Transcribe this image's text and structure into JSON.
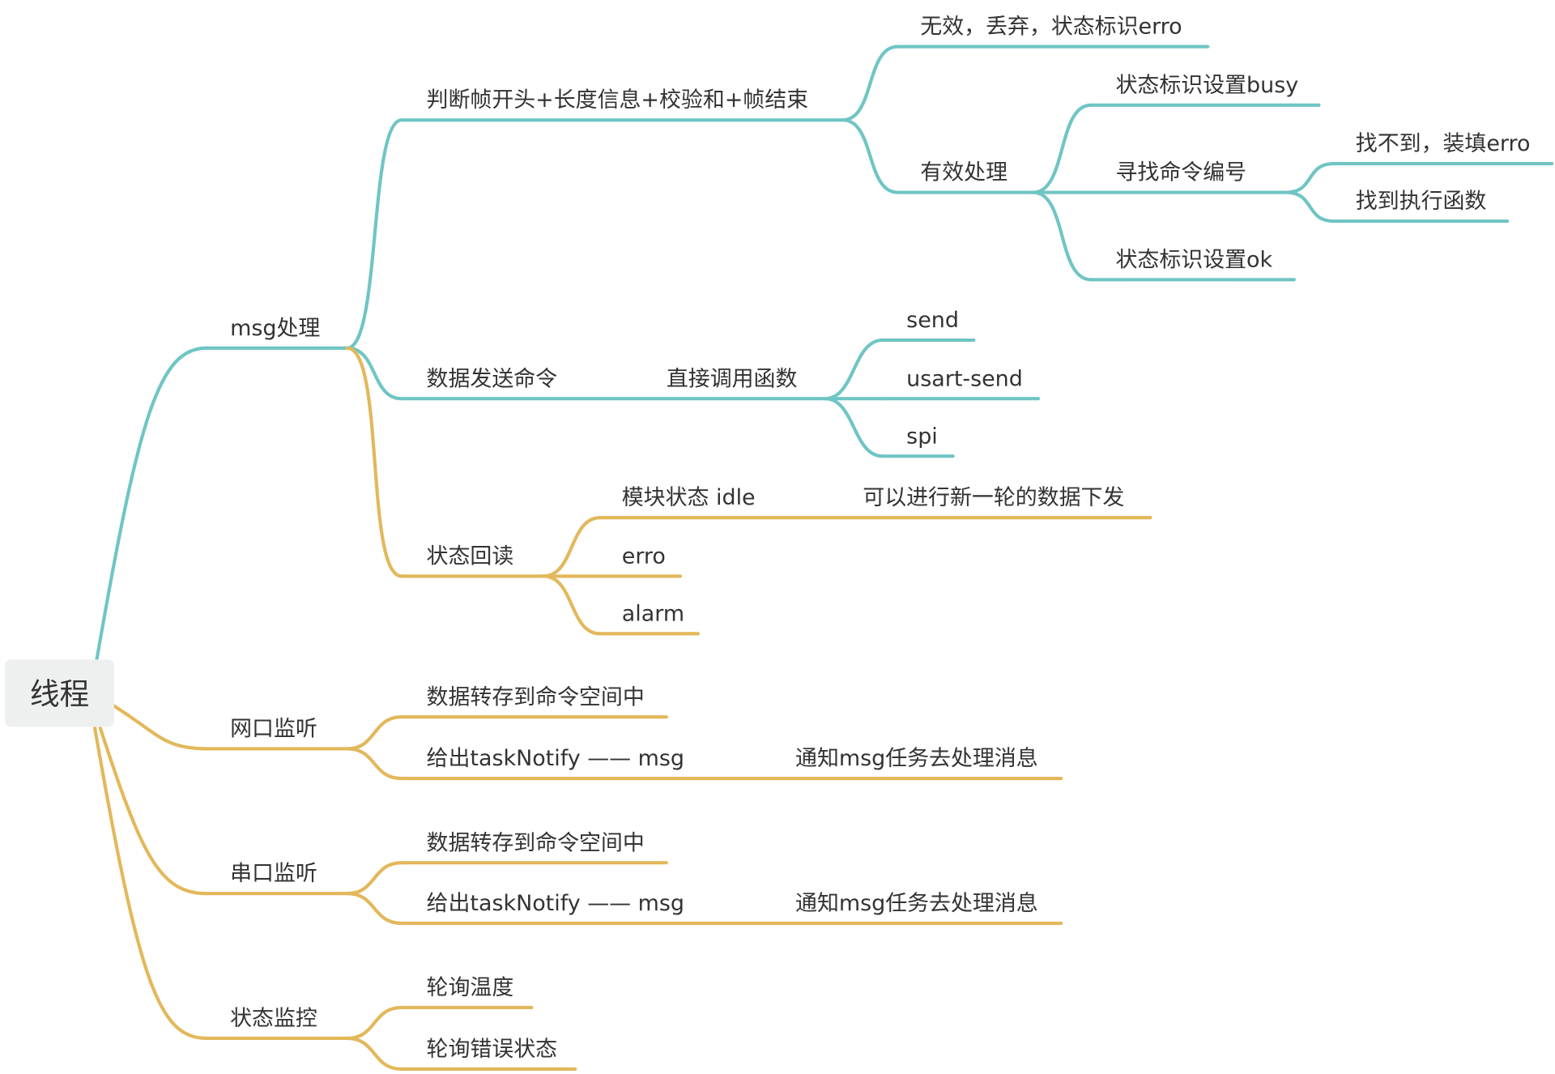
{
  "colors": {
    "teal": "#6fc5c4",
    "gold": "#e2b85b",
    "root_bg": "#eef0ef",
    "text": "#333333"
  },
  "root": {
    "label": "线程"
  },
  "msg": {
    "label": "msg处理",
    "frame_check": {
      "label": "判断帧开头+长度信息+校验和+帧结束",
      "invalid": "无效，丢弃，状态标识erro",
      "valid": {
        "label": "有效处理",
        "busy": "状态标识设置busy",
        "find_command": {
          "label": "寻找命令编号",
          "not_found": "找不到，装填erro",
          "found": "找到执行函数"
        },
        "ok": "状态标识设置ok"
      }
    },
    "send_command": {
      "label": "数据发送命令",
      "direct_call": "直接调用函数",
      "functions": [
        "send",
        "usart-send",
        "spi"
      ]
    },
    "status_read": {
      "label": "状态回读",
      "idle": "模块状态 idle",
      "idle_note": "可以进行新一轮的数据下发",
      "erro": "erro",
      "alarm": "alarm"
    }
  },
  "network_listen": {
    "label": "网口监听",
    "store": "数据转存到命令空间中",
    "notify": "给出taskNotify —— msg",
    "notify_note": "通知msg任务去处理消息"
  },
  "serial_listen": {
    "label": "串口监听",
    "store": "数据转存到命令空间中",
    "notify": "给出taskNotify —— msg",
    "notify_note": "通知msg任务去处理消息"
  },
  "status_monitor": {
    "label": "状态监控",
    "poll_temperature": "轮询温度",
    "poll_errors": "轮询错误状态"
  }
}
